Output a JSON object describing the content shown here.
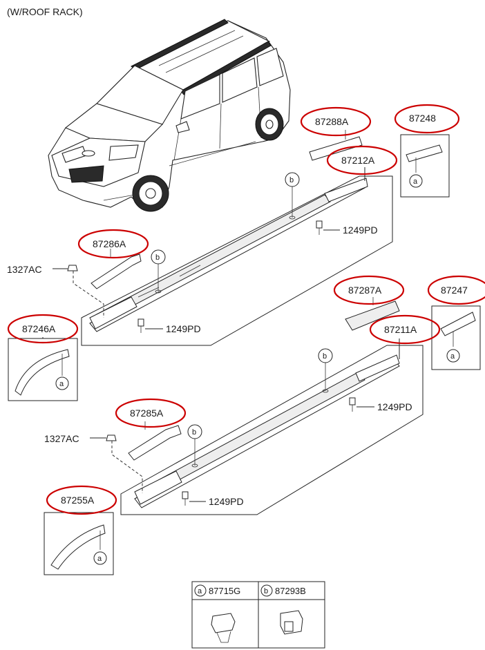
{
  "title": "(W/ROOF RACK)",
  "colors": {
    "highlight_oval": "#cc0000",
    "line": "#222222"
  },
  "labels": {
    "p87288A": "87288A",
    "p87248": "87248",
    "p87212A": "87212A",
    "p87286A": "87286A",
    "p1327AC_upper": "1327AC",
    "p1249PD_1": "1249PD",
    "p1249PD_2": "1249PD",
    "p87246A": "87246A",
    "p87287A": "87287A",
    "p87247": "87247",
    "p87211A": "87211A",
    "p1249PD_3": "1249PD",
    "p87285A": "87285A",
    "p1327AC_lower": "1327AC",
    "p1249PD_4": "1249PD",
    "p87255A": "87255A"
  },
  "callout_letters": {
    "a": "a",
    "b": "b"
  },
  "legend": {
    "a_letter": "a",
    "a_part": "87715G",
    "b_letter": "b",
    "b_part": "87293B"
  }
}
